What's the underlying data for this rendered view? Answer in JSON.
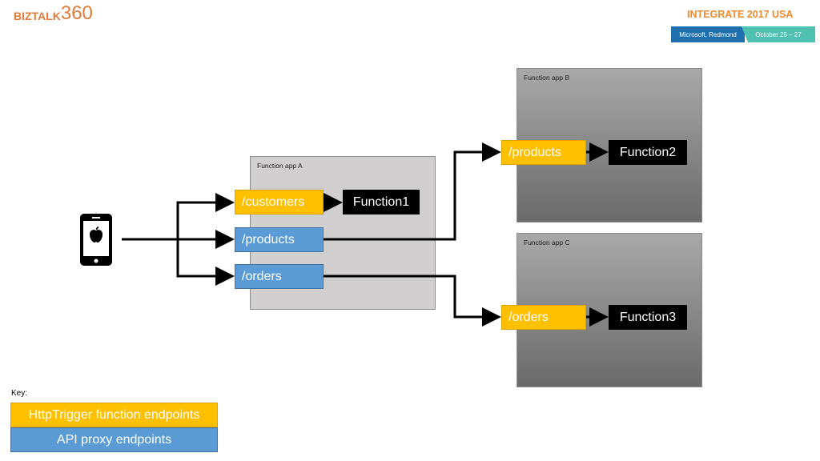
{
  "header": {
    "logo_text": "BIZTALK",
    "logo_num": "360",
    "conference": "INTEGRATE 2017 USA",
    "venue": "Microsoft, Redmond",
    "dates": "October 25 – 27"
  },
  "apps": {
    "a": {
      "label": "Function app A",
      "endpoints": [
        "/customers",
        "/products",
        "/orders"
      ],
      "function": "Function1"
    },
    "b": {
      "label": "Function app B",
      "endpoint": "/products",
      "function": "Function2"
    },
    "c": {
      "label": "Function app C",
      "endpoint": "/orders",
      "function": "Function3"
    }
  },
  "client": {
    "icon": "apple-phone-icon"
  },
  "key": {
    "title": "Key:",
    "httptrigger": "HttpTrigger function endpoints",
    "proxy": "API proxy endpoints"
  },
  "colors": {
    "httptrigger": "#ffc000",
    "proxy": "#5b9bd5",
    "accent": "#e07b39"
  }
}
